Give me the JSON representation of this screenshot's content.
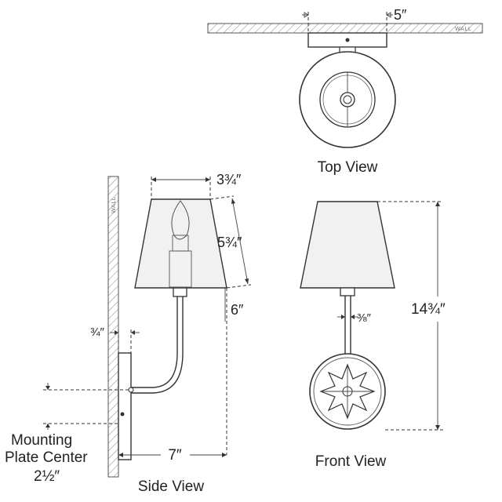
{
  "views": {
    "top": "Top View",
    "side": "Side View",
    "front": "Front View"
  },
  "wall_label": "WALL",
  "dimensions": {
    "top_width": "5″",
    "shade_top": "3¾″",
    "shade_height": "5¾″",
    "arm_offset": "6″",
    "plate_depth": "¾″",
    "side_depth": "7″",
    "stem_width": "⅜″",
    "total_height": "14¾″",
    "mounting_line1": "Mounting",
    "mounting_line2": "Plate Center",
    "mounting_value": "2½″"
  }
}
